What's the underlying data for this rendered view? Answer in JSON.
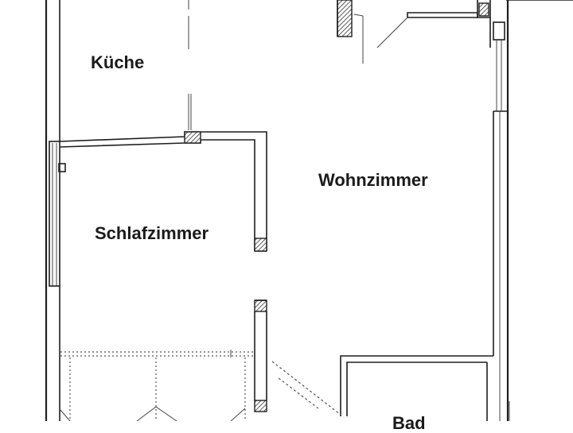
{
  "rooms": {
    "kitchen": "Küche",
    "living": "Wohnzimmer",
    "bedroom": "Schlafzimmer",
    "bath": "Bad"
  },
  "colors": {
    "ink": "#1e1e1e",
    "background": "#ffffff"
  }
}
